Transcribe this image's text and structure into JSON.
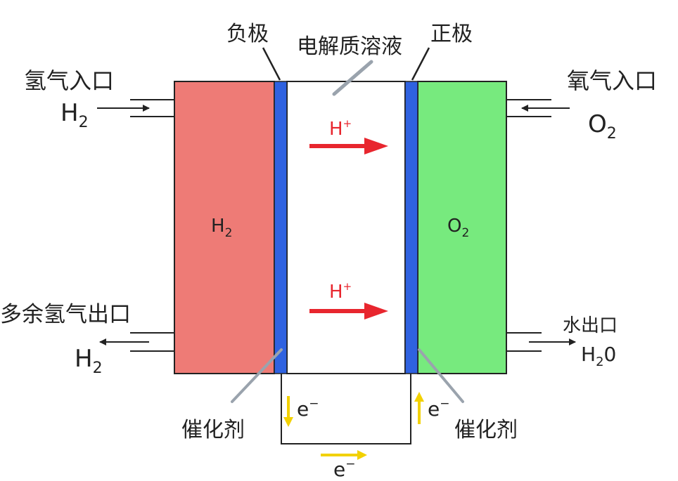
{
  "labels": {
    "anode": "负极",
    "electrolyte": "电解质溶液",
    "cathode": "正极",
    "h2_inlet": "氢气入口",
    "o2_inlet": "氧气入口",
    "h2_excess_outlet": "多余氢气出口",
    "water_outlet": "水出口",
    "catalyst_left": "催化剂",
    "catalyst_right": "催化剂"
  },
  "formulas": {
    "h2_in": {
      "base": "H",
      "sub": "2"
    },
    "o2_in": {
      "base": "O",
      "sub": "2"
    },
    "h2_out": {
      "base": "H",
      "sub": "2"
    },
    "water_out": {
      "base": "H",
      "sub": "2",
      "tail": "0"
    },
    "chamber_h2": {
      "base": "H",
      "sub": "2"
    },
    "chamber_o2": {
      "base": "O",
      "sub": "2"
    },
    "proton_top": {
      "base": "H",
      "sup": "+"
    },
    "proton_bottom": {
      "base": "H",
      "sup": "+"
    },
    "electron_left": {
      "base": "e",
      "sup": "−"
    },
    "electron_right": {
      "base": "e",
      "sup": "−"
    },
    "electron_bottom": {
      "base": "e",
      "sup": "−"
    }
  },
  "colors": {
    "anode_chamber": "#ee7b76",
    "cathode_chamber": "#77ea7e",
    "electrode": "#2f62e0",
    "proton_arrow": "#e8262e",
    "electron_arrow": "#f2d100",
    "outline": "#222222"
  }
}
